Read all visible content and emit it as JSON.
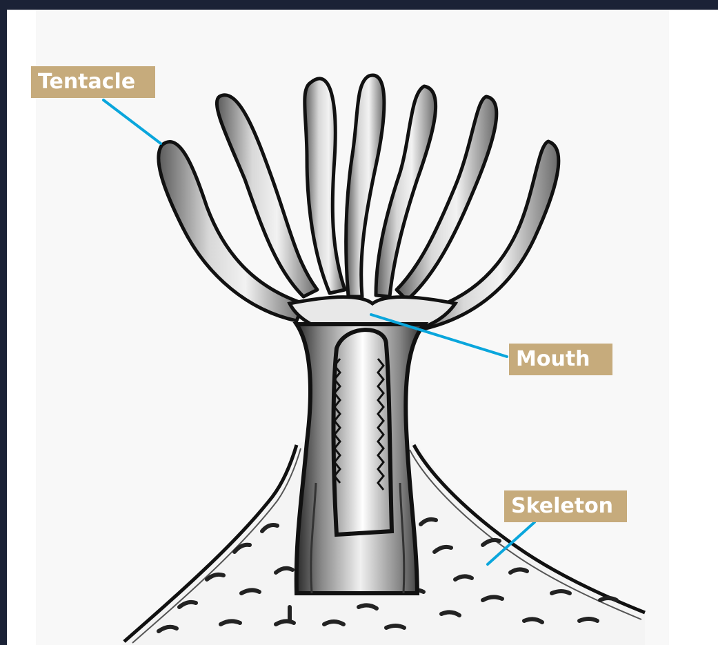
{
  "diagram": {
    "labels": {
      "tentacle": "Tentacle",
      "mouth": "Mouth",
      "skeleton": "Skeleton"
    },
    "colors": {
      "background_frame": "#1b2236",
      "canvas": "#f8f8f8",
      "label_fill": "#c6ab7c",
      "label_text": "#ffffff",
      "leader_line": "#0aa6dc",
      "outline": "#111111"
    }
  }
}
